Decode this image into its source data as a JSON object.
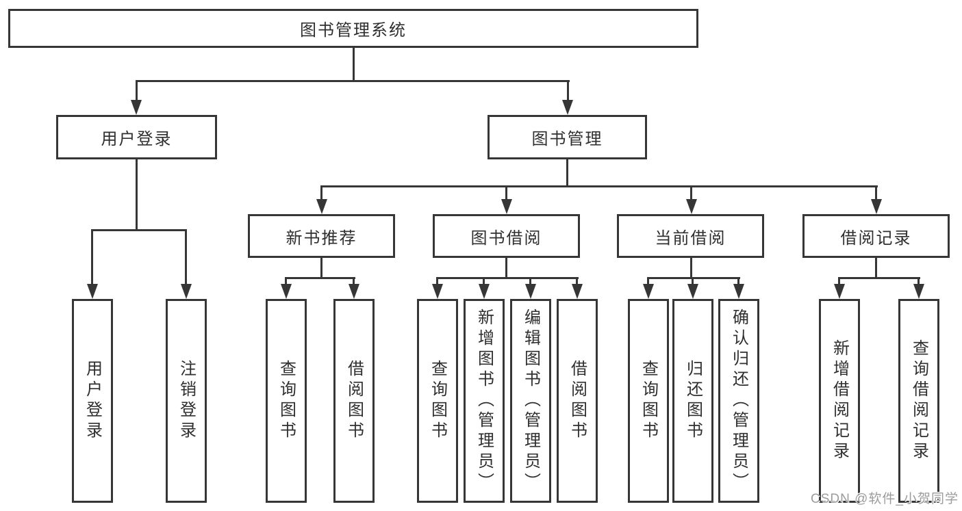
{
  "watermark": {
    "text": "CSDN @软件_小贺同学"
  },
  "tree": {
    "root": {
      "label": "图书管理系统"
    },
    "branches": [
      {
        "label": "用户登录",
        "children": [
          {
            "label": "用户登录"
          },
          {
            "label": "注销登录"
          }
        ]
      },
      {
        "label": "图书管理",
        "groups": [
          {
            "label": "新书推荐",
            "children": [
              {
                "label": "查询图书"
              },
              {
                "label": "借阅图书"
              }
            ]
          },
          {
            "label": "图书借阅",
            "children": [
              {
                "label": "查询图书"
              },
              {
                "label": "新增图书（管理员）"
              },
              {
                "label": "编辑图书（管理员）"
              },
              {
                "label": "借阅图书"
              }
            ]
          },
          {
            "label": "当前借阅",
            "children": [
              {
                "label": "查询图书"
              },
              {
                "label": "归还图书"
              },
              {
                "label": "确认归还（管理员）"
              }
            ]
          },
          {
            "label": "借阅记录",
            "children": [
              {
                "label": "新增借阅记录"
              },
              {
                "label": "查询借阅记录"
              }
            ]
          }
        ]
      }
    ]
  }
}
